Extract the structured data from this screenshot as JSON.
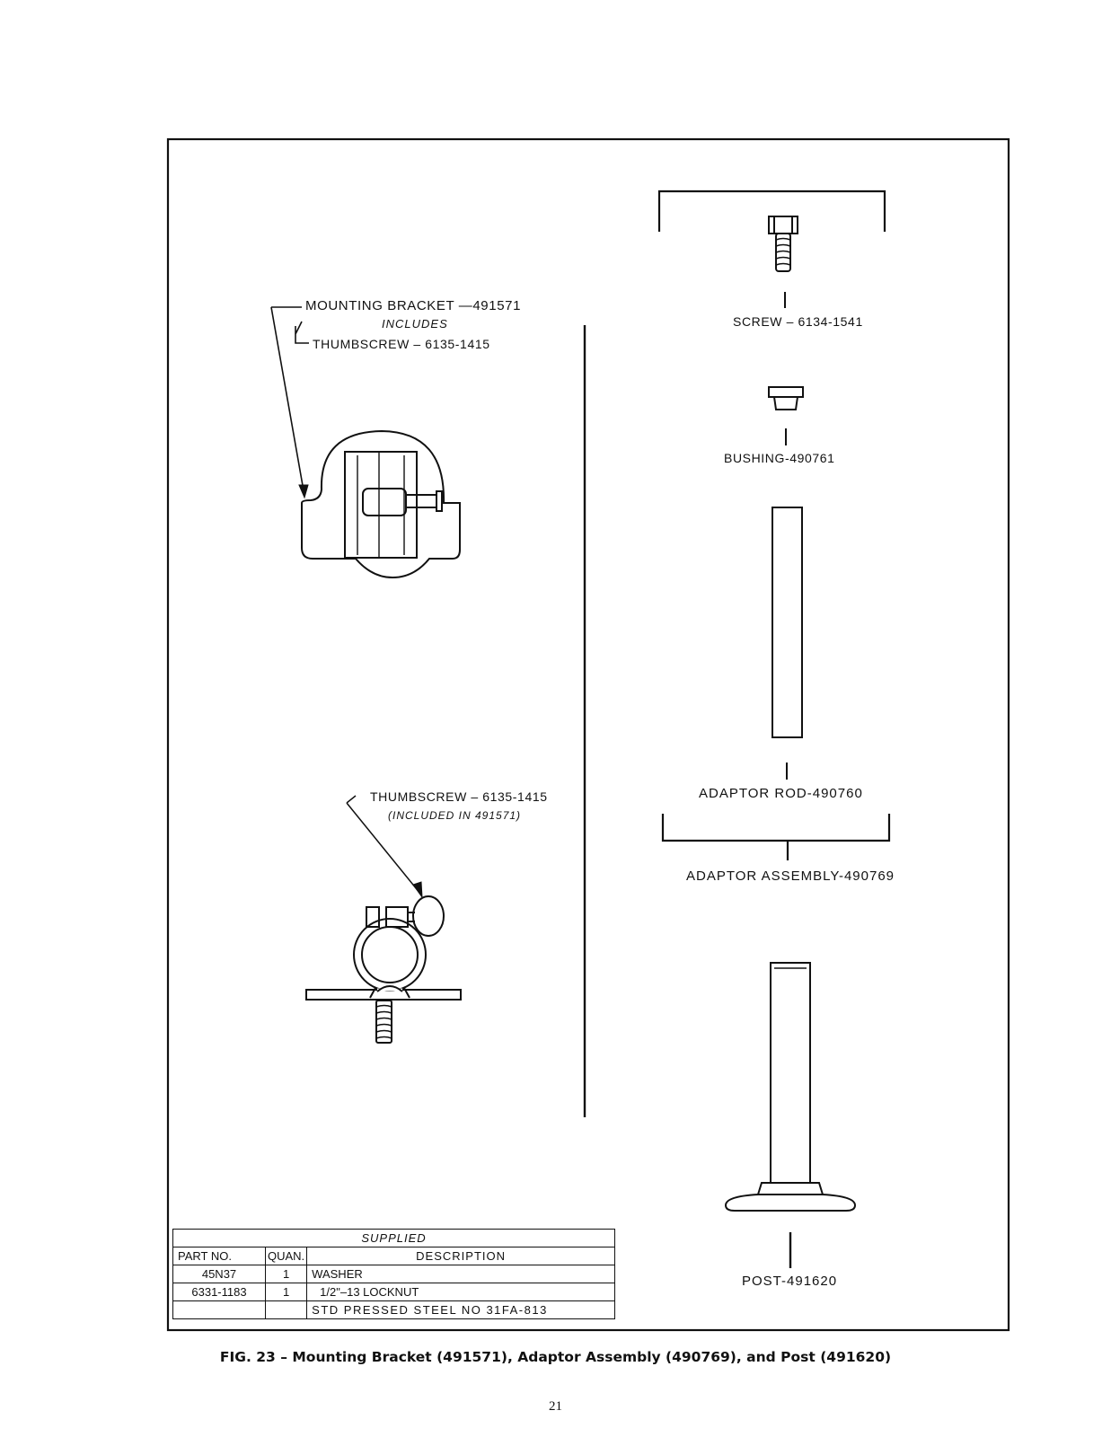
{
  "labels": {
    "mounting_bracket": "MOUNTING BRACKET —491571",
    "includes": "INCLUDES",
    "thumbscrew_top": "THUMBSCREW – 6135-1415",
    "thumbscrew_mid": "THUMBSCREW – 6135-1415",
    "included_in": "(INCLUDED IN 491571)",
    "screw": "SCREW – 6134-1541",
    "bushing": "BUSHING-490761",
    "adaptor_rod": "ADAPTOR ROD-490760",
    "adaptor_assembly": "ADAPTOR ASSEMBLY-490769",
    "post": "POST-491620"
  },
  "supplied_table": {
    "title": "SUPPLIED",
    "headers": [
      "PART NO.",
      "QUAN.",
      "DESCRIPTION"
    ],
    "rows": [
      [
        "45N37",
        "1",
        "WASHER"
      ],
      [
        "6331-1183",
        "1",
        "1/2\"–13 LOCKNUT"
      ],
      [
        "",
        "",
        "STD PRESSED STEEL NO 31FA-813"
      ]
    ]
  },
  "caption": "FIG. 23 – Mounting Bracket (491571), Adaptor Assembly (490769), and Post (491620)",
  "page_number": "21"
}
